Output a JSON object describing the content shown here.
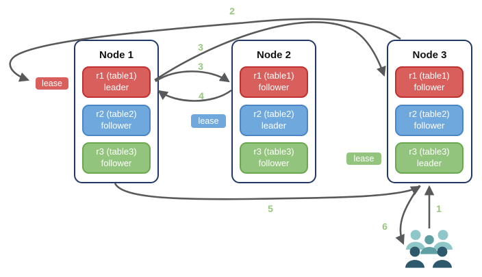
{
  "nodes": [
    {
      "title": "Node 1",
      "replicas": [
        {
          "name": "r1 (table1)",
          "role": "leader",
          "color_key": "red"
        },
        {
          "name": "r2 (table2)",
          "role": "follower",
          "color_key": "blue"
        },
        {
          "name": "r3 (table3)",
          "role": "follower",
          "color_key": "green"
        }
      ]
    },
    {
      "title": "Node 2",
      "replicas": [
        {
          "name": "r1 (table1)",
          "role": "follower",
          "color_key": "red"
        },
        {
          "name": "r2 (table2)",
          "role": "leader",
          "color_key": "blue"
        },
        {
          "name": "r3 (table3)",
          "role": "follower",
          "color_key": "green"
        }
      ]
    },
    {
      "title": "Node 3",
      "replicas": [
        {
          "name": "r1 (table1)",
          "role": "follower",
          "color_key": "red"
        },
        {
          "name": "r2 (table2)",
          "role": "follower",
          "color_key": "blue"
        },
        {
          "name": "r3 (table3)",
          "role": "leader",
          "color_key": "green"
        }
      ]
    }
  ],
  "leases": [
    {
      "label": "lease",
      "color_key": "red"
    },
    {
      "label": "lease",
      "color_key": "blue"
    },
    {
      "label": "lease",
      "color_key": "green"
    }
  ],
  "step_labels": {
    "s1": "1",
    "s2": "2",
    "s3a": "3",
    "s3b": "3",
    "s4": "4",
    "s5": "5",
    "s6": "6"
  },
  "icons": {
    "users": "users-group-icon"
  },
  "colors": {
    "red_fill": "#D85F5B",
    "red_border": "#C0302C",
    "blue_fill": "#6FA8DC",
    "blue_border": "#4A86C6",
    "green_fill": "#93C47D",
    "green_border": "#6AA84F",
    "node_border": "#1F3864",
    "arrow": "#58595B",
    "step_label": "#97C77D",
    "users_light": "#8FC6C8",
    "users_mid": "#5E9FA3",
    "users_dark": "#2E586B"
  }
}
